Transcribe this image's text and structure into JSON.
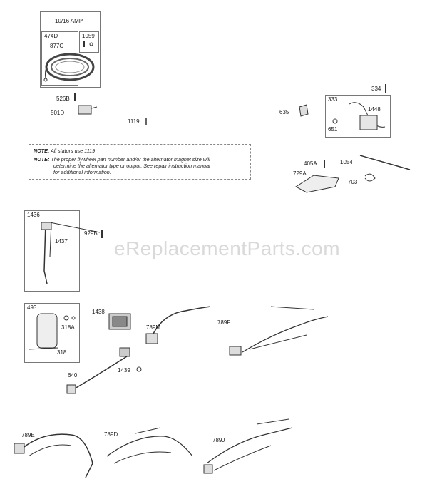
{
  "watermark": "eReplacementParts.com",
  "boxes": {
    "amp": "10/16 AMP",
    "b474d": "474D",
    "b1059": "1059",
    "b333": "333",
    "b1436": "1436",
    "b493": "493"
  },
  "labels": {
    "p877c": "877C",
    "p526b": "526B",
    "p501d": "501D",
    "p1119": "1119",
    "p635": "635",
    "p334": "334",
    "p1448": "1448",
    "p651": "651",
    "p405a": "405A",
    "p1054": "1054",
    "p729a": "729A",
    "p703": "703",
    "p929b": "929B",
    "p1437": "1437",
    "p318a": "318A",
    "p318": "318",
    "p1438": "1438",
    "p789m": "789M",
    "p789f": "789F",
    "p640": "640",
    "p1439": "1439",
    "p789e": "789E",
    "p789d": "789D",
    "p789j": "789J"
  },
  "note": {
    "label1": "NOTE:",
    "text1": "All stators use  1119",
    "label2": "NOTE:",
    "text2a": "The proper flywheel part number and/or the alternator magnet size will",
    "text2b": "determine the alternator type or output. See repair instruction manual",
    "text2c": "for additional information."
  }
}
